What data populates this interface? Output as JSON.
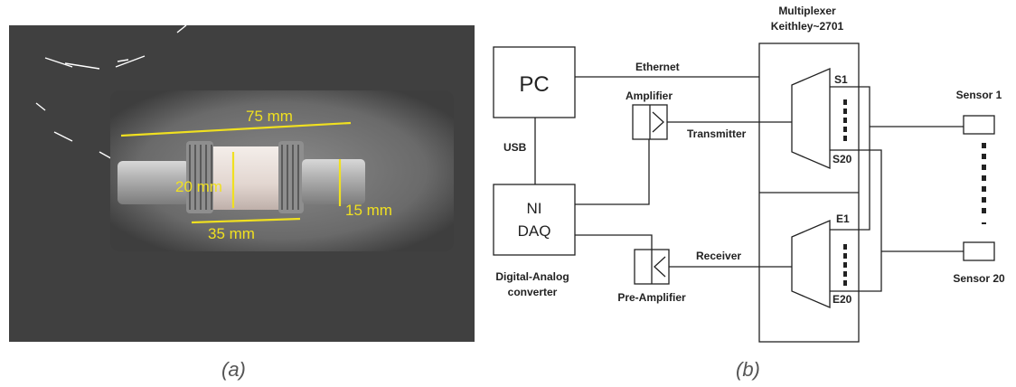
{
  "panel_a": {
    "caption": "(a)",
    "dim_length": "75 mm",
    "dim_diameter_inner": "20 mm",
    "dim_middle": "35 mm",
    "dim_diameter_outer": "15 mm",
    "colors": {
      "background": "#404040",
      "dimension": "#f0e020"
    }
  },
  "panel_b": {
    "caption": "(b)",
    "multiplexer_title_line1": "Multiplexer",
    "multiplexer_title_line2": "Keithley~2701",
    "pc": "PC",
    "ethernet": "Ethernet",
    "usb": "USB",
    "amplifier": "Amplifier",
    "transmitter": "Transmitter",
    "daq_line1": "NI",
    "daq_line2": "DAQ",
    "receiver": "Receiver",
    "daq_caption_line1": "Digital-Analog",
    "daq_caption_line2": "converter",
    "pre_amplifier": "Pre-Amplifier",
    "s1": "S1",
    "s20": "S20",
    "e1": "E1",
    "e20": "E20",
    "sensor1": "Sensor 1",
    "sensor20": "Sensor 20"
  }
}
